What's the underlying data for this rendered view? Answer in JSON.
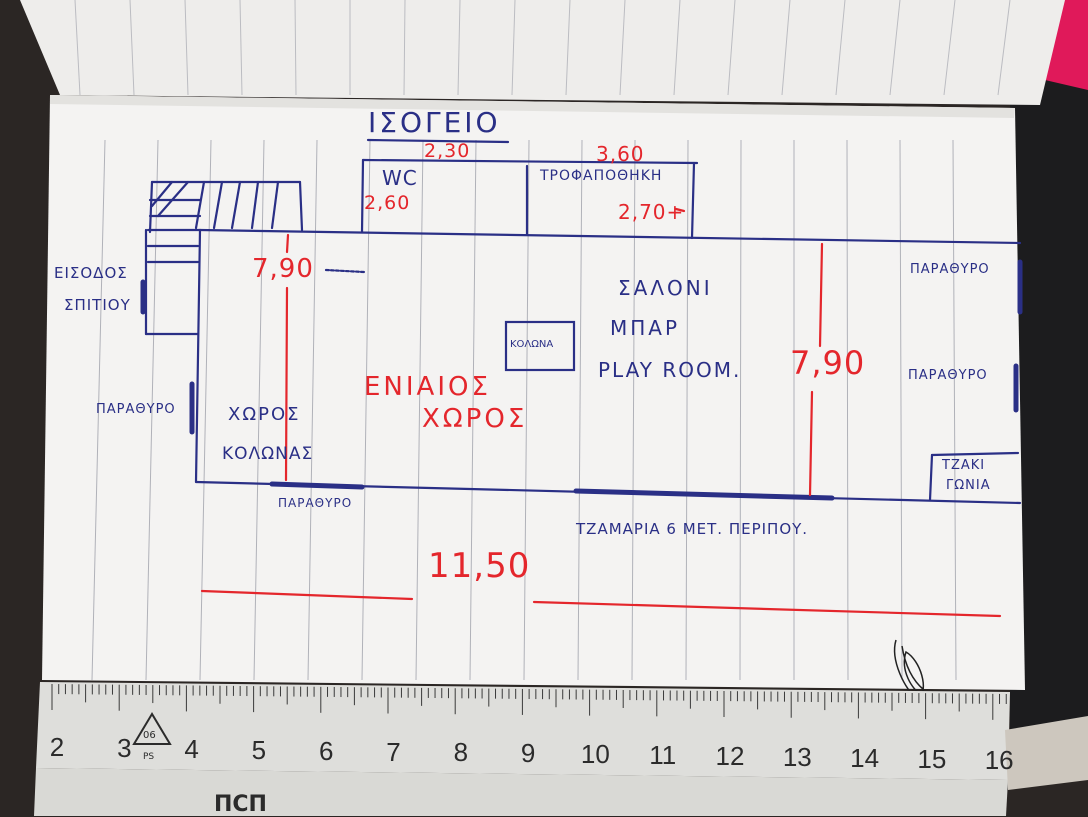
{
  "image": {
    "subject": "hand-drawn ground floor plan sketch on a lined notebook page with a ruler",
    "colors": {
      "paper": "#f4f3f2",
      "ink_blue": "#2a2f86",
      "ink_red": "#e4262c",
      "ruler": "#e7e7e4",
      "background": "#2a2522",
      "magenta_flag": "#e0195a"
    }
  },
  "labels": {
    "title": "ΙΣΟΓΕΙΟ",
    "wc": "WC",
    "wc_width": "2,30",
    "wc_height": "2,60",
    "storage_width": "3,60",
    "storage": "ΤΡΟΦΑΠΟΘΗΚΗ",
    "storage_height": "2,70+",
    "entrance_line1": "ΕΙΣΟΔΟΣ",
    "entrance_line2": "ΣΠΙΤΙΟΥ",
    "height_left": "7,90",
    "window_right_top": "ΠΑΡΑΘΥΡΟ",
    "window_right_mid": "ΠΑΡΑΘΥΡΟ",
    "window_left": "ΠΑΡΑΘΥΡΟ",
    "window_bottom": "ΠΑΡΑΘΥΡΟ",
    "living_line1": "ΣΑΛΟΝΙ",
    "living_line2": "ΜΠΑΡ",
    "living_line3": "PLAY ROOM.",
    "column": "ΚΟΛΩΝΑ",
    "open_space_line1": "ΕΝΙΑΙΟΣ",
    "open_space_line2": "ΧΩΡΟΣ",
    "height_right": "7,90",
    "column_area_line1": "ΧΩΡΟΣ",
    "column_area_line2": "ΚΟΛΩΝΑΣ",
    "fireplace_line1": "ΤΖΑΚΙ",
    "fireplace_line2": "ΓΩΝΙΑ",
    "glazing": "ΤΖΑΜΑΡΙΑ 6 ΜΕΤ. ΠΕΡΙΠΟΥ.",
    "total_width": "11,50"
  },
  "ruler": {
    "numbers": [
      "2",
      "3",
      "4",
      "5",
      "6",
      "7",
      "8",
      "9",
      "10",
      "11",
      "12",
      "13",
      "14",
      "15",
      "16"
    ],
    "recycle_code": "06",
    "recycle_mark": "PS",
    "brand": "ПСП"
  }
}
